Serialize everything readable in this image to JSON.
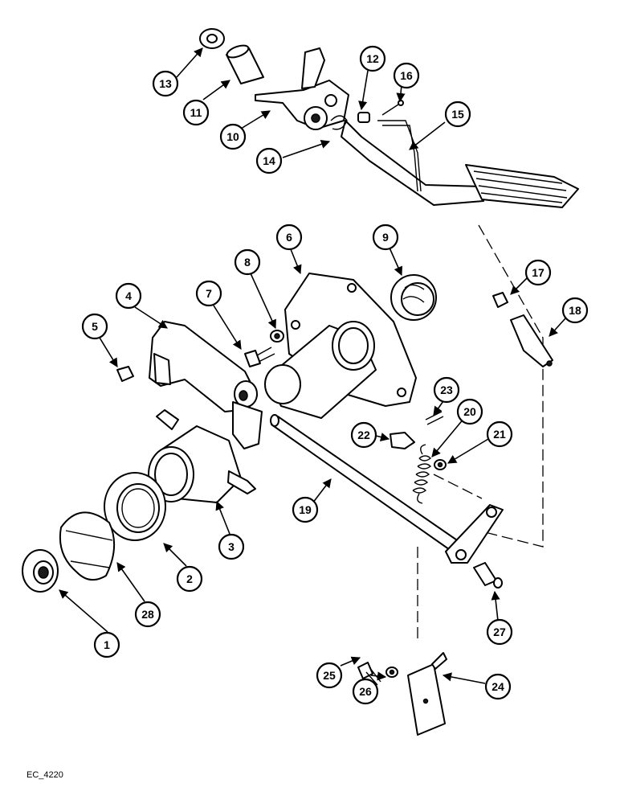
{
  "callouts": [
    "1",
    "2",
    "3",
    "4",
    "5",
    "6",
    "7",
    "8",
    "9",
    "10",
    "11",
    "12",
    "13",
    "14",
    "15",
    "16",
    "17",
    "18",
    "19",
    "20",
    "21",
    "22",
    "23",
    "24",
    "25",
    "26",
    "27",
    "28"
  ],
  "footer": {
    "code": "EC_4220"
  },
  "colors": {
    "ink": "#000000",
    "paper": "#ffffff"
  }
}
